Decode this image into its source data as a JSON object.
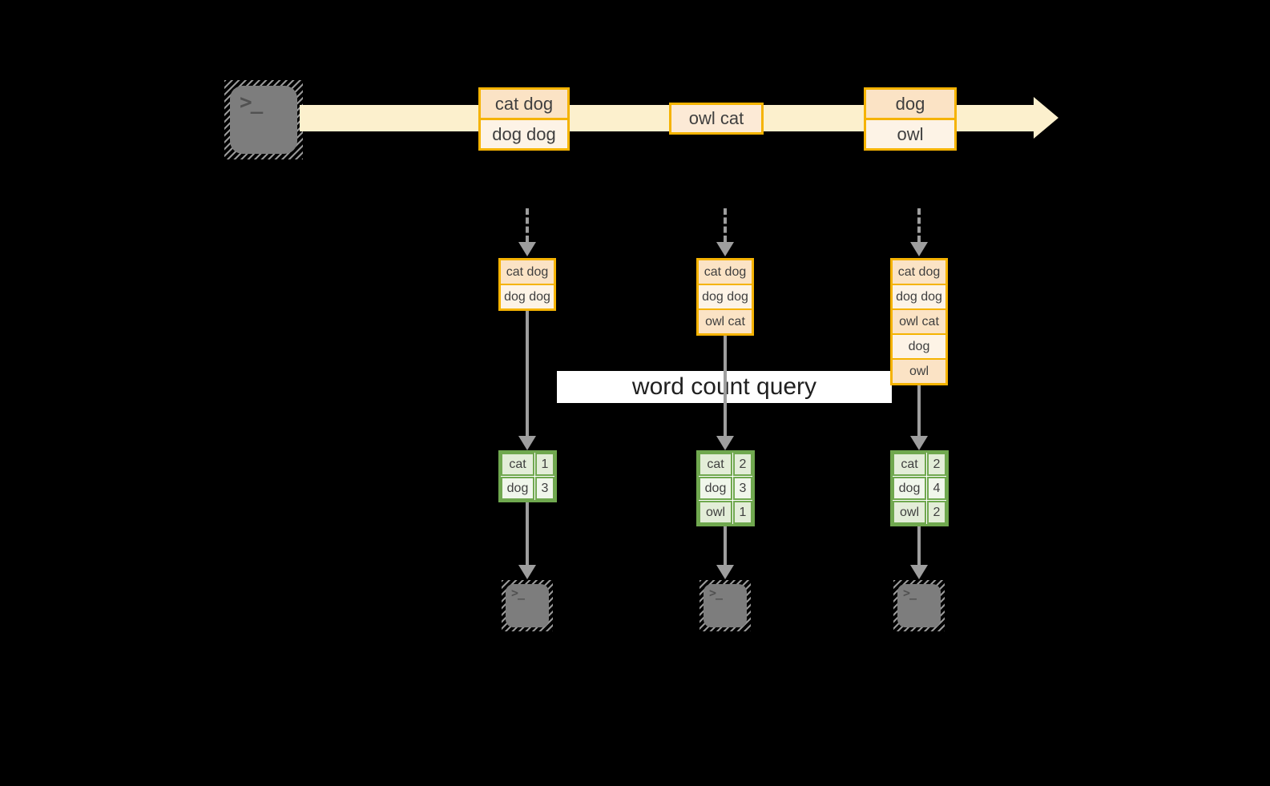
{
  "title_banner": {
    "label": "word count query"
  },
  "source": {
    "icon": "terminal-icon",
    "glyph": ">_"
  },
  "stream": {
    "events": [
      {
        "rows": [
          "cat dog",
          "dog dog"
        ]
      },
      {
        "rows": [
          "owl cat"
        ]
      },
      {
        "rows": [
          "dog",
          "owl"
        ]
      }
    ]
  },
  "columns": [
    {
      "buffer": [
        "cat dog",
        "dog dog"
      ],
      "counts": {
        "rows": [
          {
            "word": "cat",
            "count": "1"
          },
          {
            "word": "dog",
            "count": "3"
          }
        ]
      },
      "sink": {
        "glyph": ">_"
      }
    },
    {
      "buffer": [
        "cat dog",
        "dog dog",
        "owl cat"
      ],
      "counts": {
        "rows": [
          {
            "word": "cat",
            "count": "2"
          },
          {
            "word": "dog",
            "count": "3"
          },
          {
            "word": "owl",
            "count": "1"
          }
        ]
      },
      "sink": {
        "glyph": ">_"
      }
    },
    {
      "buffer": [
        "cat dog",
        "dog dog",
        "owl cat",
        "dog",
        "owl"
      ],
      "counts": {
        "rows": [
          {
            "word": "cat",
            "count": "2"
          },
          {
            "word": "dog",
            "count": "4"
          },
          {
            "word": "owl",
            "count": "2"
          }
        ]
      },
      "sink": {
        "glyph": ">_"
      }
    }
  ],
  "colors": {
    "background": "#000000",
    "stream_fill": "#FCF0CD",
    "accent_amber": "#F5B301",
    "event_fill_dark": "#FBE3C5",
    "event_fill_light": "#FDF3E6",
    "accent_green": "#70A84F",
    "table_fill_dark": "#E3EDD8",
    "table_fill_light": "#F0F6EB",
    "arrow_gray": "#9E9E9E",
    "banner_bg": "#FFFFFF"
  }
}
